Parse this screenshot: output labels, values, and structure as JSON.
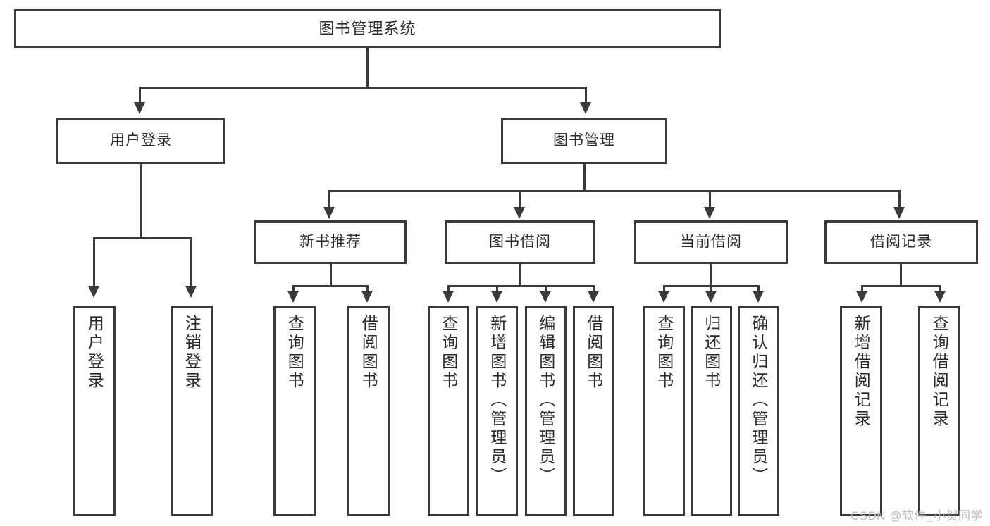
{
  "diagram": {
    "title": "图书管理系统",
    "type": "functional-structure-tree",
    "root": {
      "label": "图书管理系统"
    },
    "level2": [
      {
        "label": "用户登录"
      },
      {
        "label": "图书管理"
      }
    ],
    "level3": [
      {
        "label": "新书推荐"
      },
      {
        "label": "图书借阅"
      },
      {
        "label": "当前借阅"
      },
      {
        "label": "借阅记录"
      }
    ],
    "leaves": {
      "user_login": [
        {
          "label": "用户登录"
        },
        {
          "label": "注销登录"
        }
      ],
      "new_book_recommend": [
        {
          "label": "查询图书"
        },
        {
          "label": "借阅图书"
        }
      ],
      "book_borrow": [
        {
          "label": "查询图书"
        },
        {
          "label": "新增图书（管理员）"
        },
        {
          "label": "编辑图书（管理员）"
        },
        {
          "label": "借阅图书"
        }
      ],
      "current_borrow": [
        {
          "label": "查询图书"
        },
        {
          "label": "归还图书"
        },
        {
          "label": "确认归还（管理员）"
        }
      ],
      "borrow_record": [
        {
          "label": "新增借阅记录"
        },
        {
          "label": "查询借阅记录"
        }
      ]
    }
  },
  "watermark": {
    "text": "CSDN @软件_小贺同学"
  },
  "colors": {
    "stroke": "#3a3a3a",
    "text": "#2b2b2b",
    "background": "#ffffff",
    "watermark": "#b9b9b9"
  }
}
